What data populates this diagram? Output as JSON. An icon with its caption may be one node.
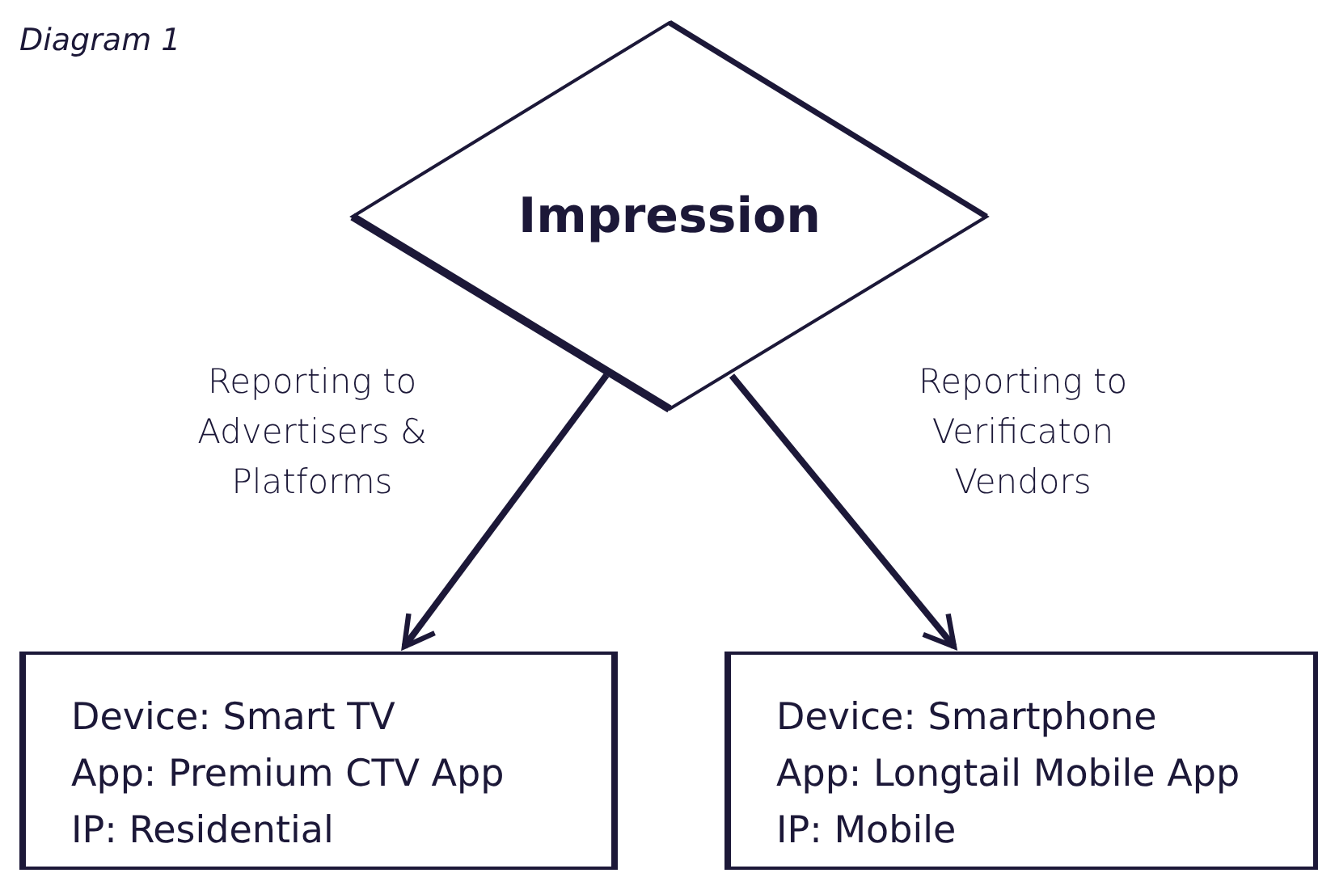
{
  "diagram": {
    "nodes": [
      {
        "text": [
          "Impression"
        ]
      },
      {
        "text": [
          "Device: Smart TV",
          "App: Premium CTV App",
          "IP: Residential"
        ]
      },
      {
        "text": [
          "Device: Smartphone",
          "App: Longtail Mobile App",
          "IP: Mobile"
        ]
      }
    ],
    "edges": [
      {
        "from": 0,
        "to": 1,
        "arrow": "to",
        "label": "Reporting to Advertisers & Platforms"
      },
      {
        "from": 0,
        "to": 2,
        "arrow": "to",
        "label": "Reporting to Verificaton Vendors"
      }
    ],
    "labels": [
      "Diagram 1"
    ]
  }
}
